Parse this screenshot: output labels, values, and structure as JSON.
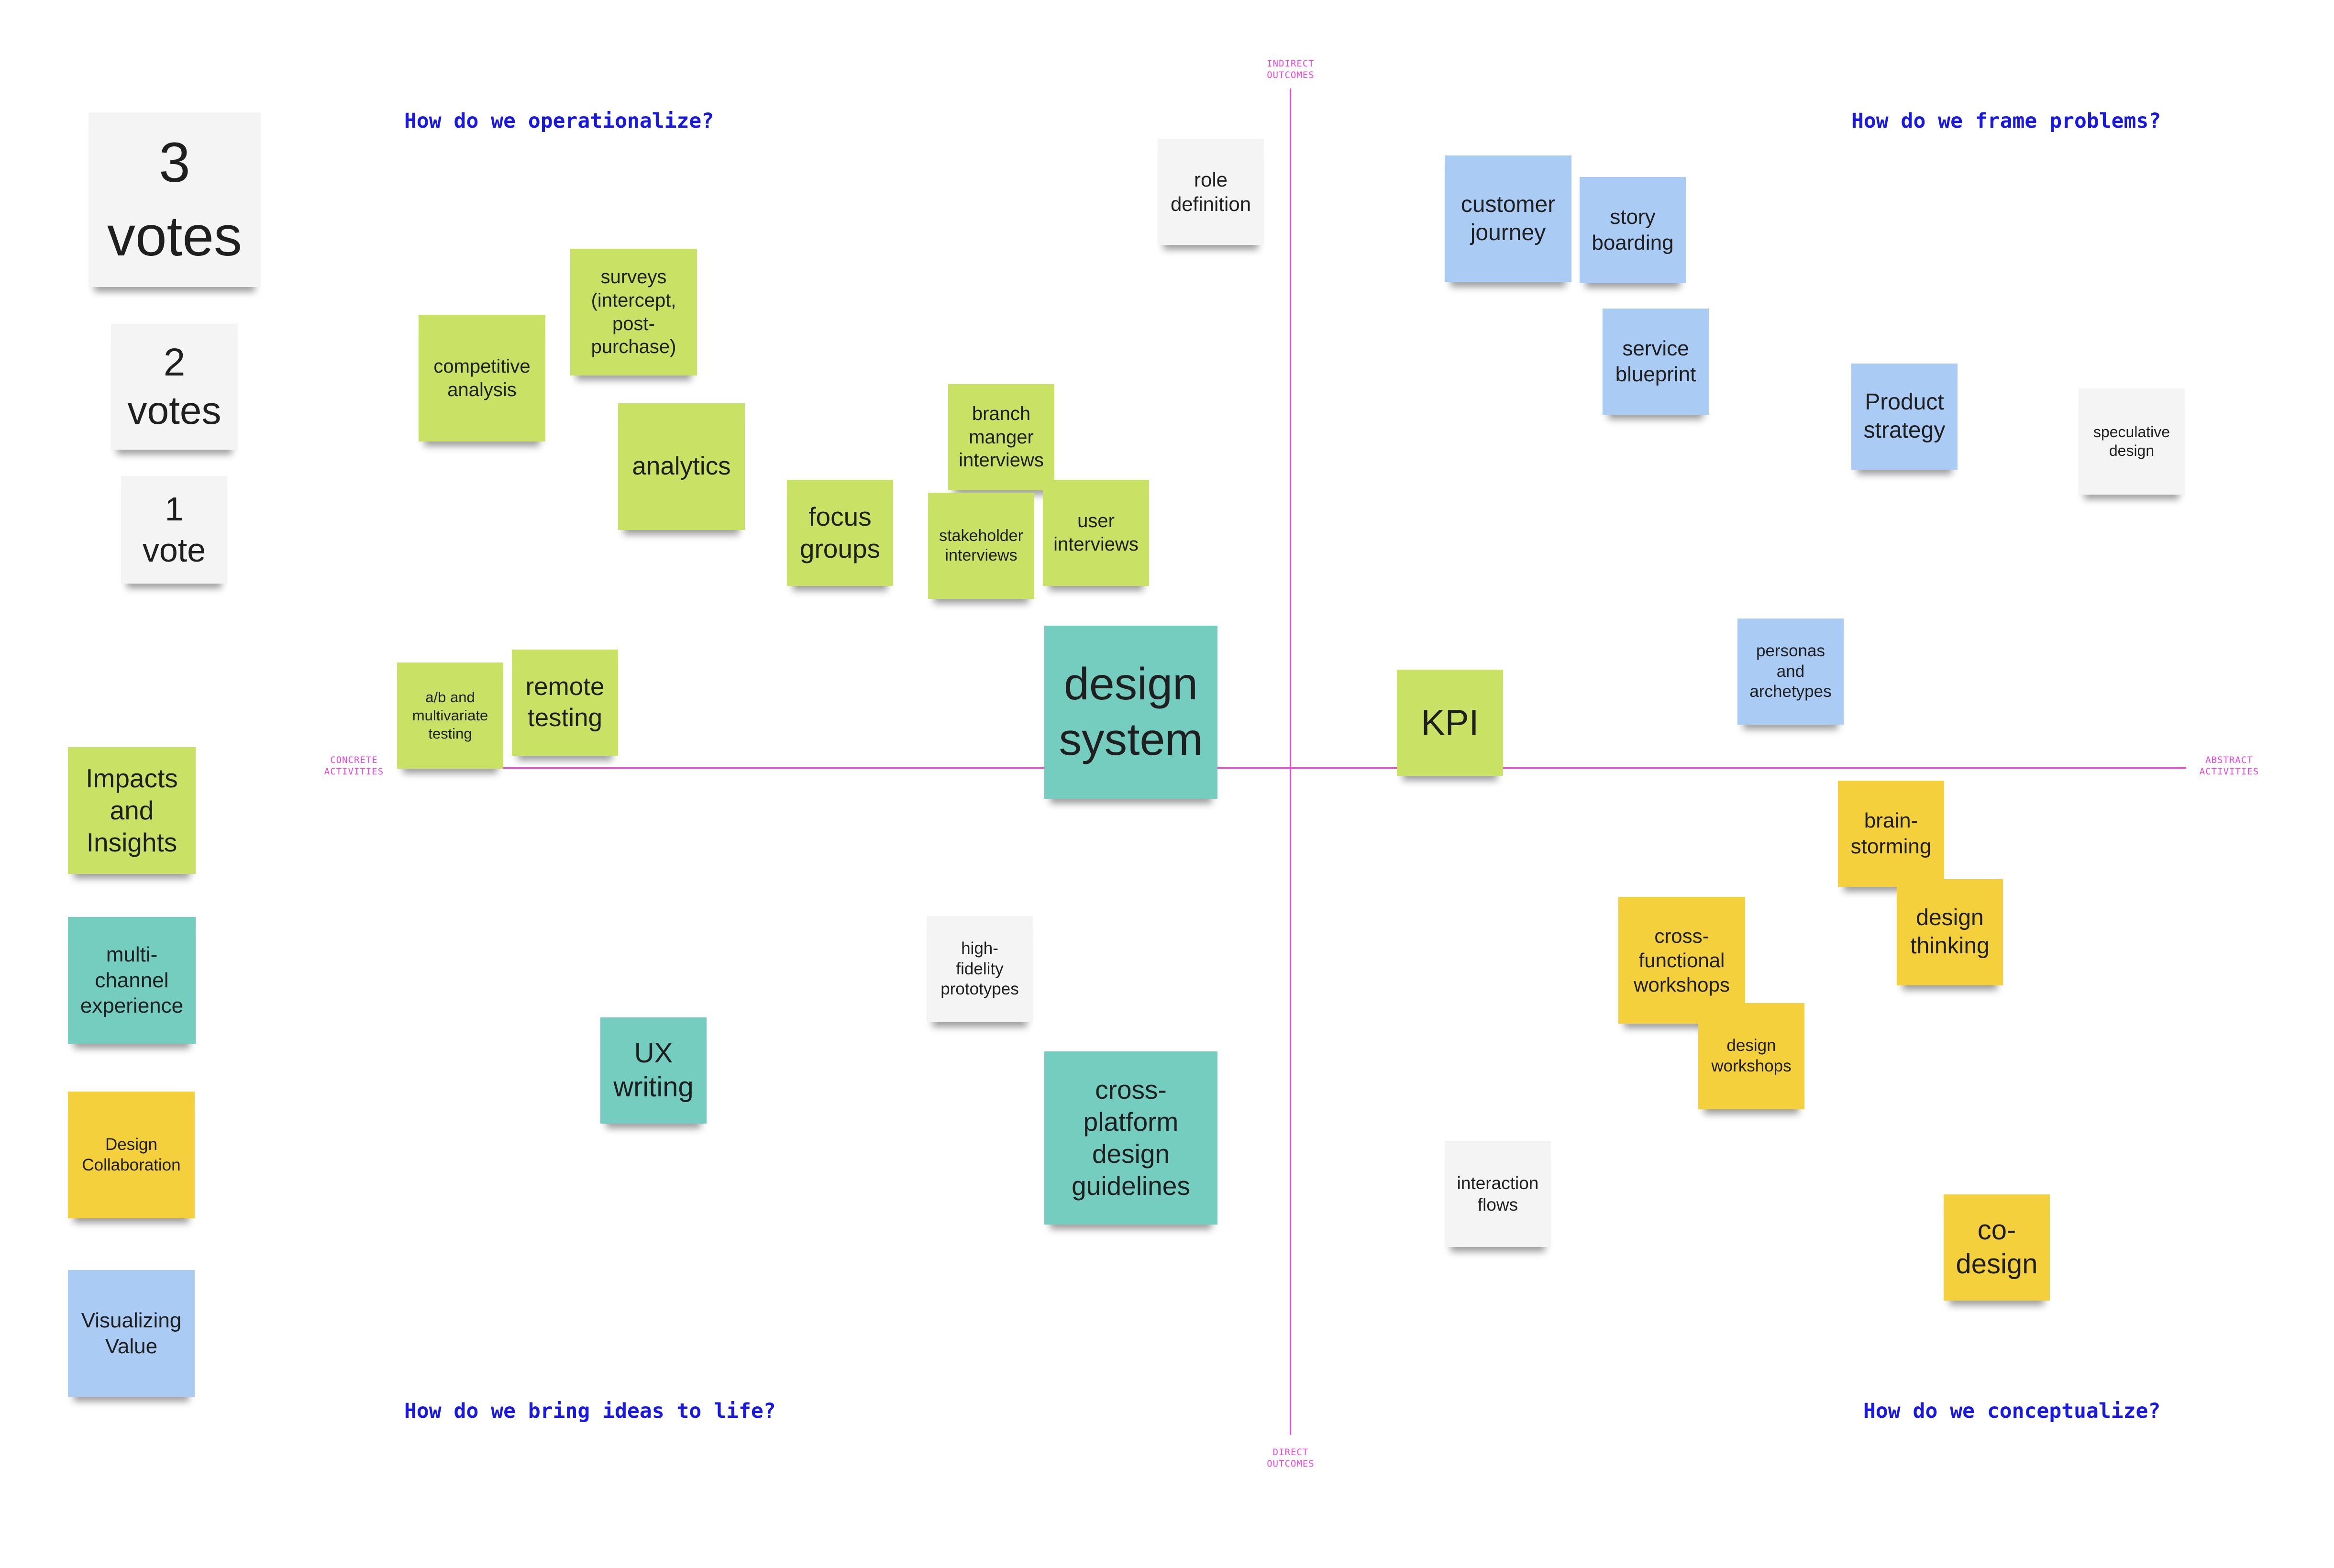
{
  "axes": {
    "top": "INDIRECT\nOUTCOMES",
    "bottom": "DIRECT\nOUTCOMES",
    "left": "CONCRETE\nACTIVITIES",
    "right": "ABSTRACT\nACTIVITIES",
    "color": "#ee44dd"
  },
  "quadrants": {
    "top_left": "How do we operationalize?",
    "top_right": "How do we frame problems?",
    "bottom_left": "How do we bring ideas to life?",
    "bottom_right": "How do we conceptualize?"
  },
  "vote_legend": [
    {
      "label": "3\nvotes"
    },
    {
      "label": "2\nvotes"
    },
    {
      "label": "1\nvote"
    }
  ],
  "category_legend": [
    {
      "label": "Impacts\nand\nInsights",
      "color": "#c9e266"
    },
    {
      "label": "multi-\nchannel\nexperience",
      "color": "#74cdbf"
    },
    {
      "label": "Design\nCollaboration",
      "color": "#f4d03c"
    },
    {
      "label": "Visualizing\nValue",
      "color": "#a9cbf4"
    }
  ],
  "notes": [
    {
      "text": "role\ndefinition",
      "category": "none"
    },
    {
      "text": "surveys\n(intercept,\npost-\npurchase)",
      "category": "Impacts and Insights"
    },
    {
      "text": "competitive\nanalysis",
      "category": "Impacts and Insights"
    },
    {
      "text": "analytics",
      "category": "Impacts and Insights"
    },
    {
      "text": "branch\nmanger\ninterviews",
      "category": "Impacts and Insights"
    },
    {
      "text": "focus\ngroups",
      "category": "Impacts and Insights"
    },
    {
      "text": "stakeholder\ninterviews",
      "category": "Impacts and Insights"
    },
    {
      "text": "user\ninterviews",
      "category": "Impacts and Insights"
    },
    {
      "text": "a/b and\nmultivariate\ntesting",
      "category": "Impacts and Insights"
    },
    {
      "text": "remote\ntesting",
      "category": "Impacts and Insights"
    },
    {
      "text": "design\nsystem",
      "category": "multi-channel experience"
    },
    {
      "text": "KPI",
      "category": "Impacts and Insights"
    },
    {
      "text": "customer\njourney",
      "category": "Visualizing Value"
    },
    {
      "text": "story\nboarding",
      "category": "Visualizing Value"
    },
    {
      "text": "service\nblueprint",
      "category": "Visualizing Value"
    },
    {
      "text": "Product\nstrategy",
      "category": "Visualizing Value"
    },
    {
      "text": "speculative\ndesign",
      "category": "none"
    },
    {
      "text": "personas\nand\narchetypes",
      "category": "Visualizing Value"
    },
    {
      "text": "brain-\nstorming",
      "category": "Design Collaboration"
    },
    {
      "text": "design\nthinking",
      "category": "Design Collaboration"
    },
    {
      "text": "cross-\nfunctional\nworkshops",
      "category": "Design Collaboration"
    },
    {
      "text": "design\nworkshops",
      "category": "Design Collaboration"
    },
    {
      "text": "interaction\nflows",
      "category": "none"
    },
    {
      "text": "co-\ndesign",
      "category": "Design Collaboration"
    },
    {
      "text": "high-\nfidelity\nprototypes",
      "category": "none"
    },
    {
      "text": "UX\nwriting",
      "category": "multi-channel experience"
    },
    {
      "text": "cross-\nplatform\ndesign\nguidelines",
      "category": "multi-channel experience"
    }
  ]
}
